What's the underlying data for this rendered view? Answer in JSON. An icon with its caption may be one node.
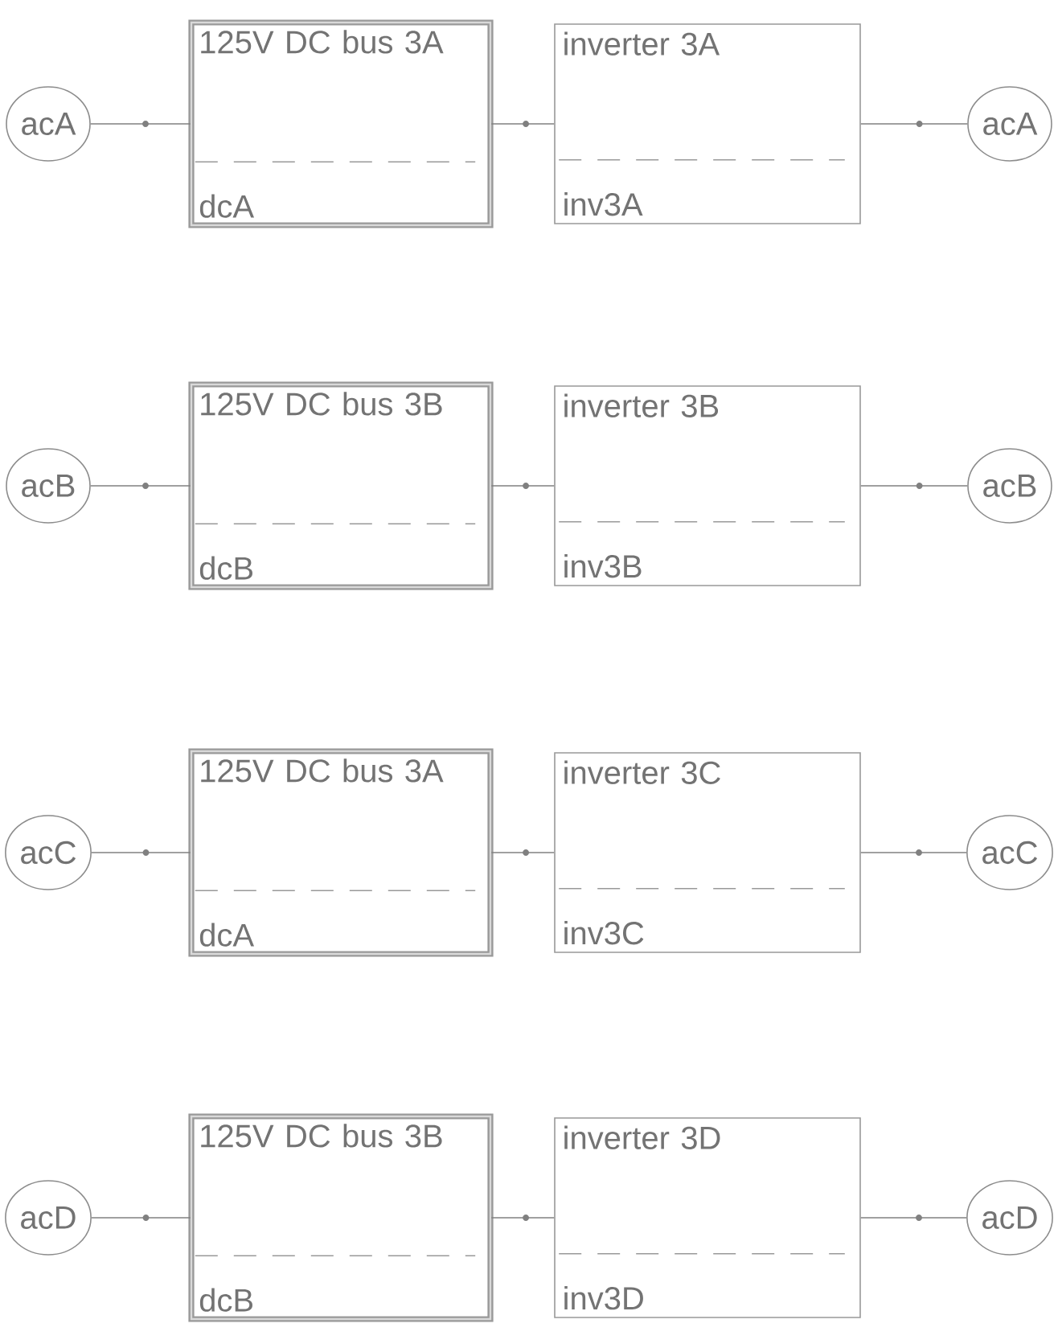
{
  "diagram": {
    "nodes": [
      {
        "text": [
          "acA"
        ]
      },
      {
        "text": [
          "125V DC bus 3A",
          "dcA"
        ]
      },
      {
        "text": [
          "inverter 3A",
          "inv3A"
        ]
      },
      {
        "text": [
          "acA"
        ]
      },
      {
        "text": [
          "acB"
        ]
      },
      {
        "text": [
          "125V DC bus 3B",
          "dcB"
        ]
      },
      {
        "text": [
          "inverter 3B",
          "inv3B"
        ]
      },
      {
        "text": [
          "acB"
        ]
      },
      {
        "text": [
          "acC"
        ]
      },
      {
        "text": [
          "125V DC bus 3A",
          "dcA"
        ]
      },
      {
        "text": [
          "inverter 3C",
          "inv3C"
        ]
      },
      {
        "text": [
          "acC"
        ]
      },
      {
        "text": [
          "acD"
        ]
      },
      {
        "text": [
          "125V DC bus 3B",
          "dcB"
        ]
      },
      {
        "text": [
          "inverter 3D",
          "inv3D"
        ]
      },
      {
        "text": [
          "acD"
        ]
      }
    ],
    "edges": [
      {
        "from": 0,
        "to": 1,
        "arrow": "none"
      },
      {
        "from": 1,
        "to": 2,
        "arrow": "none"
      },
      {
        "from": 2,
        "to": 3,
        "arrow": "none"
      },
      {
        "from": 4,
        "to": 5,
        "arrow": "none"
      },
      {
        "from": 5,
        "to": 6,
        "arrow": "none"
      },
      {
        "from": 6,
        "to": 7,
        "arrow": "none"
      },
      {
        "from": 8,
        "to": 9,
        "arrow": "none"
      },
      {
        "from": 9,
        "to": 10,
        "arrow": "none"
      },
      {
        "from": 10,
        "to": 11,
        "arrow": "none"
      },
      {
        "from": 12,
        "to": 13,
        "arrow": "none"
      },
      {
        "from": 13,
        "to": 14,
        "arrow": "none"
      },
      {
        "from": 14,
        "to": 15,
        "arrow": "none"
      }
    ]
  }
}
